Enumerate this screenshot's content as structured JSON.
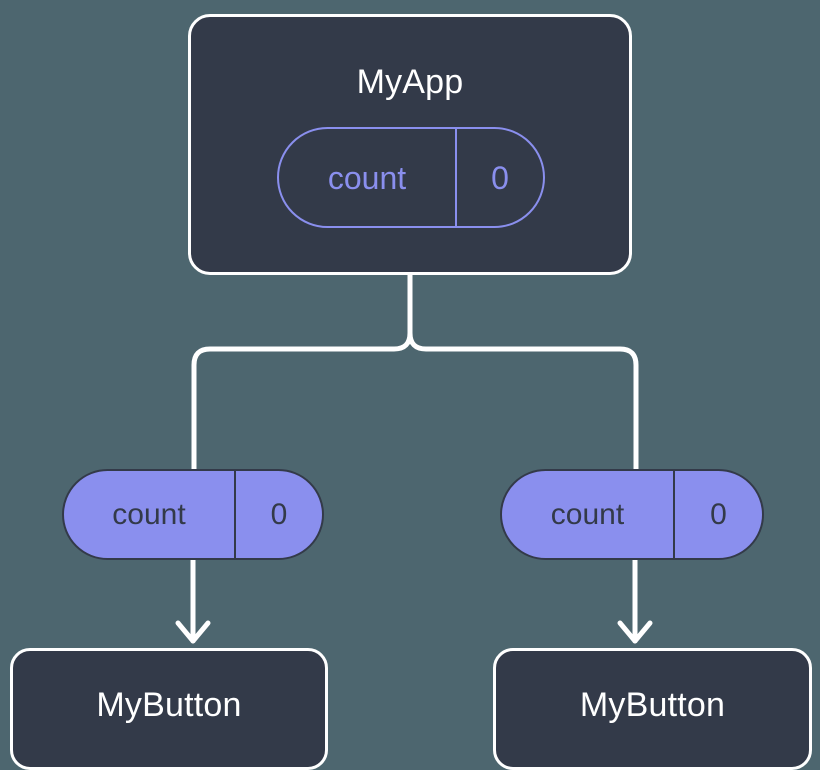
{
  "diagram": {
    "title": "react-state-prop-flow",
    "background_color": "#4d666f",
    "node_fill": "#333a49",
    "node_border": "#ffffff",
    "accent_color": "#8a8fee",
    "connector_color": "#ffffff"
  },
  "root": {
    "label": "MyApp",
    "state_pill": {
      "key": "count",
      "value": "0",
      "style": "outlined"
    }
  },
  "branches": [
    {
      "prop_pill": {
        "key": "count",
        "value": "0",
        "style": "filled"
      },
      "child": {
        "label": "MyButton"
      }
    },
    {
      "prop_pill": {
        "key": "count",
        "value": "0",
        "style": "filled"
      },
      "child": {
        "label": "MyButton"
      }
    }
  ]
}
